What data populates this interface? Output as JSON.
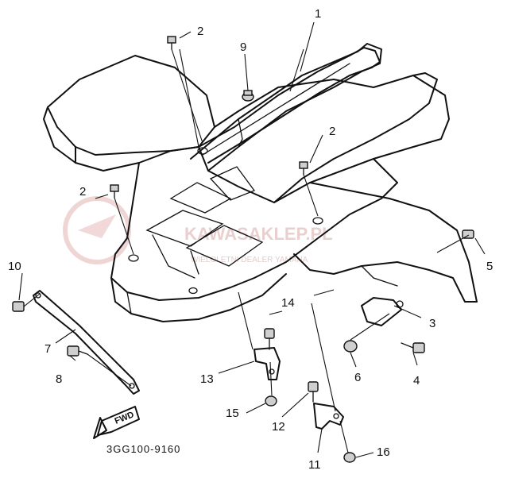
{
  "diagram": {
    "part_code": "3GG100-9160",
    "fwd_label": "FWD",
    "watermark": {
      "brand": "KAWASAKLEP.PL",
      "tagline": "WIELOLETNI DEALER YAMAHA"
    },
    "callouts": [
      {
        "id": "c1",
        "text": "1"
      },
      {
        "id": "c2a",
        "text": "2"
      },
      {
        "id": "c2b",
        "text": "2"
      },
      {
        "id": "c2c",
        "text": "2"
      },
      {
        "id": "c3",
        "text": "3"
      },
      {
        "id": "c4",
        "text": "4"
      },
      {
        "id": "c5",
        "text": "5"
      },
      {
        "id": "c6",
        "text": "6"
      },
      {
        "id": "c7",
        "text": "7"
      },
      {
        "id": "c8",
        "text": "8"
      },
      {
        "id": "c9",
        "text": "9"
      },
      {
        "id": "c10",
        "text": "10"
      },
      {
        "id": "c11",
        "text": "11"
      },
      {
        "id": "c12",
        "text": "12"
      },
      {
        "id": "c13",
        "text": "13"
      },
      {
        "id": "c14",
        "text": "14"
      },
      {
        "id": "c15",
        "text": "15"
      },
      {
        "id": "c16",
        "text": "16"
      }
    ]
  }
}
